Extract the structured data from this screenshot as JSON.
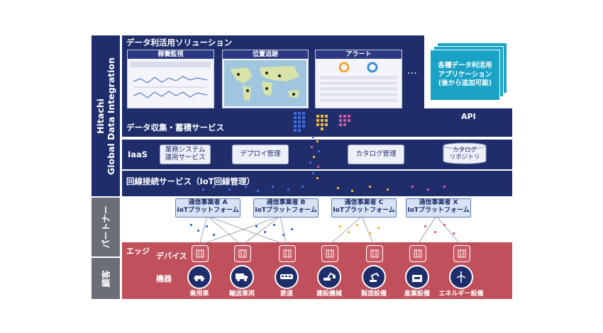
{
  "side_labels": {
    "hitachi": "Hitachi\nGlobal Data Integration",
    "partner": "パートナー",
    "customer": "顧客"
  },
  "solutions": {
    "title": "データ利活用ソリューション",
    "panels": [
      {
        "title": "稼働監視"
      },
      {
        "title": "位置追跡"
      },
      {
        "title": "アラート"
      }
    ],
    "ellipsis": "…",
    "app_card": "各種データ利活用\nアプリケーション\n(後から追加可能)",
    "api": "API"
  },
  "collection": {
    "title": "データ収集・蓄積サービス"
  },
  "iaas": {
    "title": "IaaS",
    "services": [
      {
        "label": "業務システム\n運用サービス"
      },
      {
        "label": "デプロイ管理"
      },
      {
        "label": "カタログ管理"
      },
      {
        "label": "カタログ\nリポジトリ"
      }
    ]
  },
  "network": {
    "title": "回線接続サービス（IoT回線管理）"
  },
  "carriers": [
    {
      "name": "通信事業者 A",
      "sub": "IoTプラットフォーム"
    },
    {
      "name": "通信事業者 B",
      "sub": "IoTプラットフォーム"
    },
    {
      "name": "通信事業者 C",
      "sub": "IoTプラットフォーム"
    },
    {
      "name": "通信事業者 X",
      "sub": "IoTプラットフォーム"
    }
  ],
  "edge": {
    "title": "エッジ",
    "device_label": "デバイス",
    "machines_label": "機器",
    "machines": [
      {
        "label": "乗用車",
        "icon": "car-icon"
      },
      {
        "label": "輸送車両",
        "icon": "truck-icon"
      },
      {
        "label": "鉄道",
        "icon": "train-icon"
      },
      {
        "label": "建設機械",
        "icon": "excavator-icon"
      },
      {
        "label": "製造設備",
        "icon": "robot-arm-icon"
      },
      {
        "label": "産業設備",
        "icon": "industrial-equipment-icon"
      },
      {
        "label": "エネルギー設備",
        "icon": "wind-turbine-icon"
      }
    ]
  },
  "colors": {
    "navy": "#1f2d6b",
    "edge_red": "#c0505c",
    "cyan": "#1aa3c6",
    "dot_blue": "#3d6fe0",
    "dot_yellow": "#f2b632",
    "dot_pink": "#e0579a"
  }
}
